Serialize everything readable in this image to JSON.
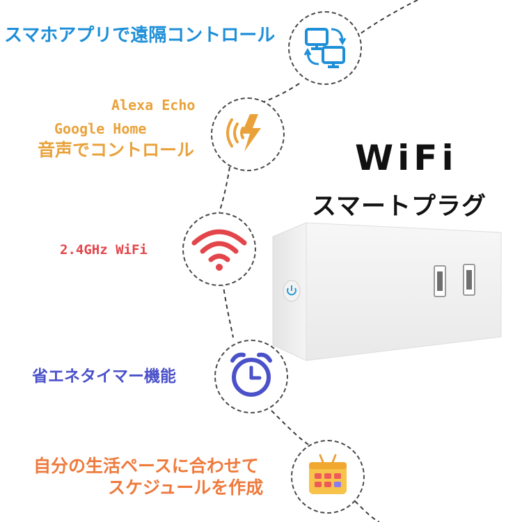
{
  "features": {
    "remote": "スマホアプリで遠隔コントロール",
    "voice_line1": "Alexa Echo",
    "voice_line2": "Google Home",
    "voice_line3": "音声でコントロール",
    "wifi": "2.4GHz WiFi",
    "timer": "省エネタイマー機能",
    "schedule_line1": "自分の生活ペースに合わせて",
    "schedule_line2": "スケジュールを作成"
  },
  "product": {
    "title": "WiFi",
    "subtitle": "スマートプラグ"
  },
  "icons": {
    "remote": "devices-sync-icon",
    "voice": "voice-sound-icon",
    "wifi": "wifi-icon",
    "timer": "alarm-clock-icon",
    "schedule": "calendar-icon",
    "device_button": "power-button-icon"
  },
  "colors": {
    "remote": "#1d8fd8",
    "voice": "#e9a23b",
    "wifi": "#e2454a",
    "timer": "#4a51c9",
    "schedule": "#ee7a3c"
  }
}
